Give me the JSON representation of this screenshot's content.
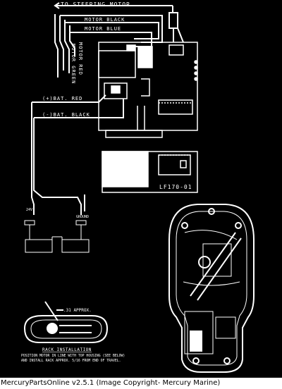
{
  "wiring": {
    "to_steering_motor": "TO STEERING MOTOR",
    "motor_black": "MOTOR BLACK",
    "motor_blue": "MOTOR BLUE",
    "motor_red": "MOTOR RED",
    "motor_green": "MOTOR GREEN",
    "bat_red": "(+)BAT. RED",
    "bat_black": "(-)BAT. BLACK",
    "board_id": "LF170-01"
  },
  "battery": {
    "voltage": "24V",
    "ground": "GROUND"
  },
  "rack": {
    "dimension": ".31 APPROX.",
    "title": "RACK INSTALLATION",
    "note_line1": "POSITION MOTOR IN LINE WITH TOP HOUSING (SEE BELOW)",
    "note_line2": "AND INSTALL RACK APPROX. 5/16 FROM END OF TRAVEL."
  },
  "footer": {
    "caption": "MercuryPartsOnline v2.5.1 (Image Copyright- Mercury Marine)"
  }
}
